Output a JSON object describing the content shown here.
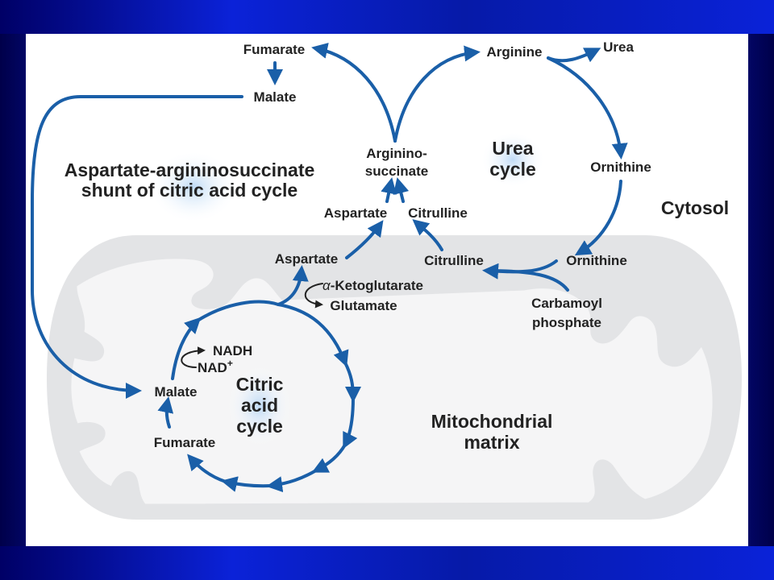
{
  "colors": {
    "arrow": "#1a5fa8",
    "membrane": "#e3e4e6",
    "glow": "#cde3f7",
    "frame": "#0c24e0"
  },
  "labels": {
    "fumarate_top": "Fumarate",
    "malate_top": "Malate",
    "arginine": "Arginine",
    "urea": "Urea",
    "argininosuccinate_1": "Arginino-",
    "argininosuccinate_2": "succinate",
    "urea_cycle_1": "Urea",
    "urea_cycle_2": "cycle",
    "shunt_1": "Aspartate-argininosuccinate",
    "shunt_2": "shunt of citric acid cycle",
    "ornithine_cytosol": "Ornithine",
    "cytosol": "Cytosol",
    "aspartate_cytosol": "Aspartate",
    "citrulline_cytosol": "Citrulline",
    "aspartate_matrix": "Aspartate",
    "citrulline_matrix": "Citrulline",
    "ornithine_matrix": "Ornithine",
    "alpha": "α",
    "ketoglutarate": "-Ketoglutarate",
    "glutamate": "Glutamate",
    "carbamoyl_1": "Carbamoyl",
    "carbamoyl_2": "phosphate",
    "nadh": "NADH",
    "nad": "NAD",
    "nad_plus": "+",
    "malate_matrix": "Malate",
    "fumarate_matrix": "Fumarate",
    "citric_1": "Citric",
    "citric_2": "acid",
    "citric_3": "cycle",
    "mito_1": "Mitochondrial",
    "mito_2": "matrix"
  }
}
